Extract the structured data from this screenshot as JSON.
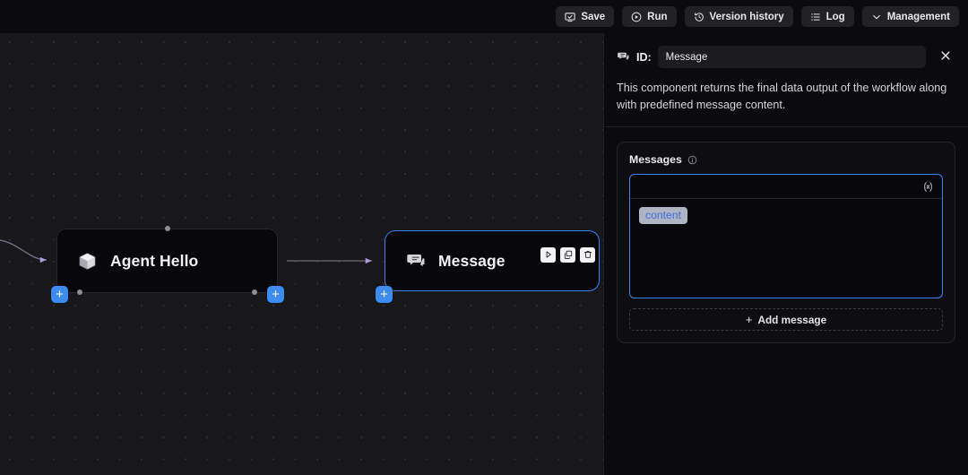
{
  "toolbar": {
    "buttons": [
      {
        "label": "Save",
        "icon": "save-monitor-icon"
      },
      {
        "label": "Run",
        "icon": "play-circle-icon"
      },
      {
        "label": "Version history",
        "icon": "history-clock-icon"
      },
      {
        "label": "Log",
        "icon": "list-icon"
      },
      {
        "label": "Management",
        "icon": "chevron-down-icon"
      }
    ]
  },
  "canvas": {
    "nodes": [
      {
        "id": "agent",
        "title": "Agent Hello",
        "icon": "cube-icon",
        "selected": false
      },
      {
        "id": "message",
        "title": "Message",
        "icon": "message-bubble-icon",
        "selected": true
      }
    ],
    "node_toolbar": [
      {
        "name": "run-node",
        "icon": "play-icon"
      },
      {
        "name": "duplicate-node",
        "icon": "copy-icon"
      },
      {
        "name": "delete-node",
        "icon": "trash-icon"
      }
    ],
    "handle_plus_label": "+"
  },
  "panel": {
    "id_label": "ID:",
    "id_icon": "message-bubble-icon",
    "id_value": "Message",
    "id_placeholder": "Message",
    "close_icon": "close-icon",
    "description": "This component returns the final data output of the workflow along with predefined message content.",
    "messages_card": {
      "title": "Messages",
      "info_icon": "info-icon",
      "variable_button_icon": "insert-variable-icon",
      "editor_value": "content",
      "add_button_label": "Add message",
      "add_button_icon": "plus-icon"
    }
  },
  "colors": {
    "accent_blue": "#3b82f6",
    "handle_blue": "#3b8bf0",
    "canvas_bg": "#18181b",
    "panel_bg": "#0b0b0d",
    "node_bg": "#08080a",
    "chip_bg": "#aeb4c4",
    "chip_text": "#3f6fd8",
    "edge_color": "#6b6b78"
  }
}
